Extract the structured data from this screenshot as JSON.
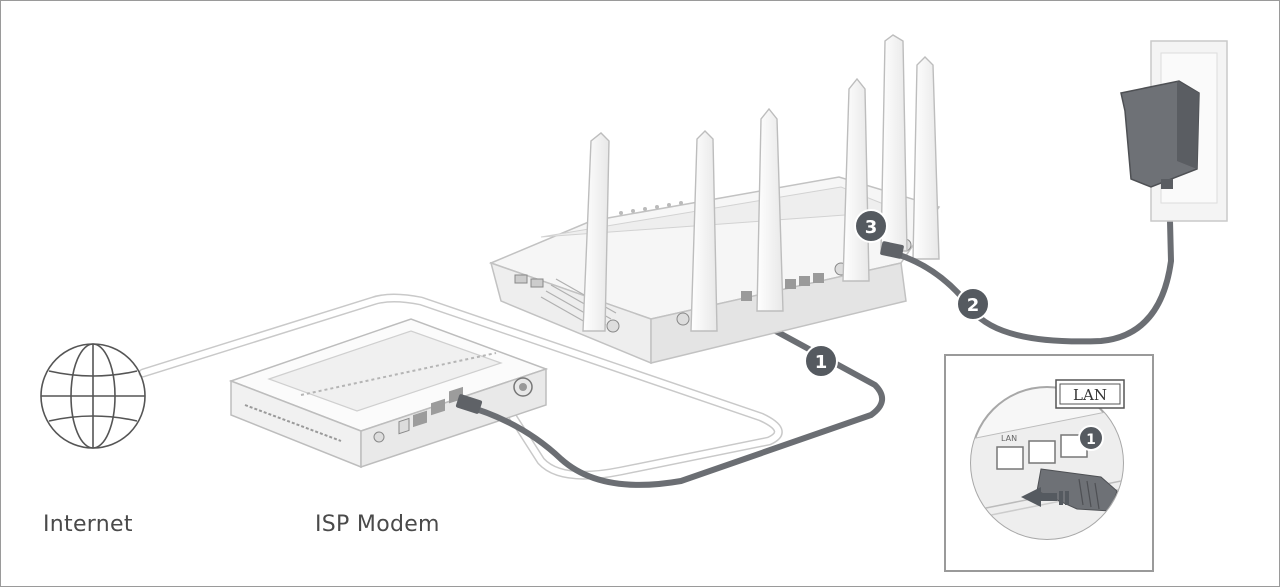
{
  "labels": {
    "internet": "Internet",
    "isp_modem": "ISP Modem",
    "lan_tag": "LAN",
    "lan_port_print": "LAN"
  },
  "steps": {
    "one": "1",
    "two": "2",
    "three": "3",
    "inset_one": "1"
  },
  "colors": {
    "cable_dark": "#6b6e73",
    "cable_light": "#e6e6e6",
    "device_fill": "#f4f4f4",
    "outline": "#b8b8b8",
    "adapter": "#6e7176",
    "badge": "#555a60"
  },
  "icons": {
    "globe": "globe-icon",
    "power_adapter": "power-adapter-icon",
    "push_arrow": "arrow-right-icon"
  }
}
